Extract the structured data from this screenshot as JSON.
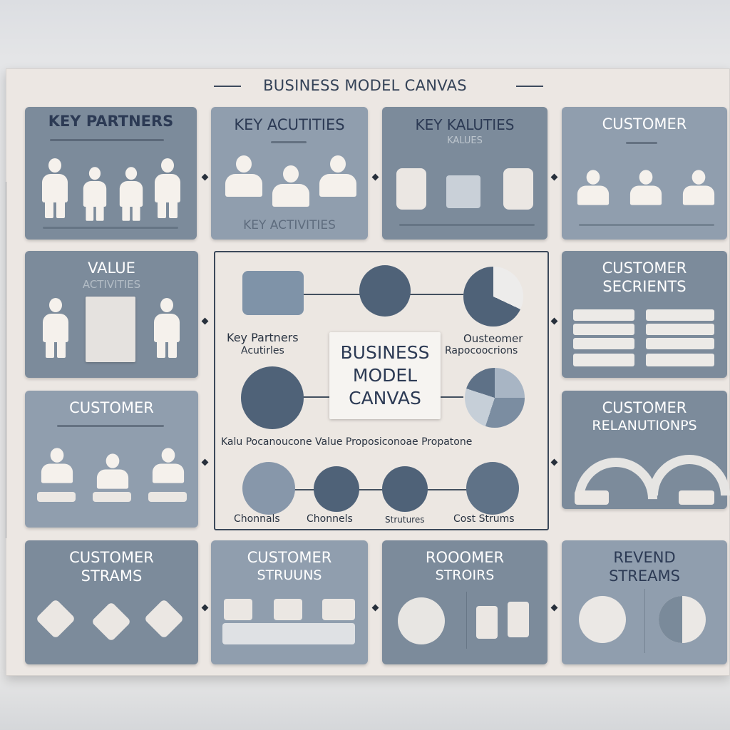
{
  "title": "BUSINESS MODEL CANVAS",
  "cards": {
    "key_partners": {
      "title": "KEY PARTNERS"
    },
    "key_activities": {
      "title": "KEY ACUTITIES",
      "sub": "KEY ACTIVITIES"
    },
    "key_values": {
      "title": "KEY KALUTIES",
      "sub": "KALUES"
    },
    "customer_top": {
      "title": "CUSTOMER"
    },
    "value": {
      "title": "VALUE",
      "sub": "ACTIVITIES"
    },
    "customer_segments": {
      "title_1": "CUSTOMER",
      "title_2": "SECRIENTS"
    },
    "customer_left": {
      "title": "CUSTOMER"
    },
    "customer_relationships": {
      "title_1": "CUSTOMER",
      "title_2": "RELANUTIONPS"
    },
    "customer_streams": {
      "title_1": "CUSTOMER",
      "title_2": "STRAMS"
    },
    "customer_struuns": {
      "title_1": "CUSTOMER",
      "title_2": "STRUUNS"
    },
    "roocomer": {
      "title_1": "ROOOMER",
      "title_2": "STROIRS"
    },
    "revenue": {
      "title_1": "REVEND",
      "title_2": "STREAMS"
    }
  },
  "center": {
    "title_1": "BUSINESS",
    "title_2": "MODEL",
    "title_3": "CANVAS",
    "labels": {
      "key_partners_1": "Key Partners",
      "key_partners_2": "Acutirles",
      "customer_1": "Ousteomer",
      "customer_2": "Rapocoocrions",
      "bottom_row": "Kalu Pocanoucone Value Proposiconoae Propatone",
      "channels_1": "Chonnals",
      "channels_2": "Chonnels",
      "structures": "Strutures",
      "cost": "Cost Strums"
    }
  },
  "colors": {
    "card": "#7c8b9b",
    "board": "#ece7e3",
    "accent_dark": "#4f6278",
    "text_dark": "#2c3a54"
  }
}
